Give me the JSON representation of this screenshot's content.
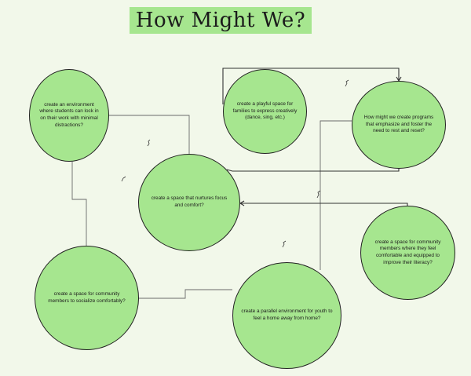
{
  "title": "How Might We?",
  "nodes": [
    {
      "id": "lock-in",
      "text": "create an environment where students can lock in on their work with minimal distractions?"
    },
    {
      "id": "playful",
      "text": "create a playful space for families to express creatively (dance, sing, etc.)"
    },
    {
      "id": "programs",
      "text": "How might we create programs that emphasize and foster the need to rest and reset?"
    },
    {
      "id": "focus",
      "text": "create a space that nurtures focus and comfort?"
    },
    {
      "id": "literacy",
      "text": "create a space for community members where they feel comfortable and equipped to improve their literacy?"
    },
    {
      "id": "socialize",
      "text": "create a space for community members to socialize comfortably?"
    },
    {
      "id": "parallel",
      "text": "create a parallel environment for youth to feel a home away from home?"
    }
  ],
  "colors": {
    "background": "#f2f8ea",
    "node_fill": "#a6e68f",
    "title_fill": "#a6e68f"
  }
}
